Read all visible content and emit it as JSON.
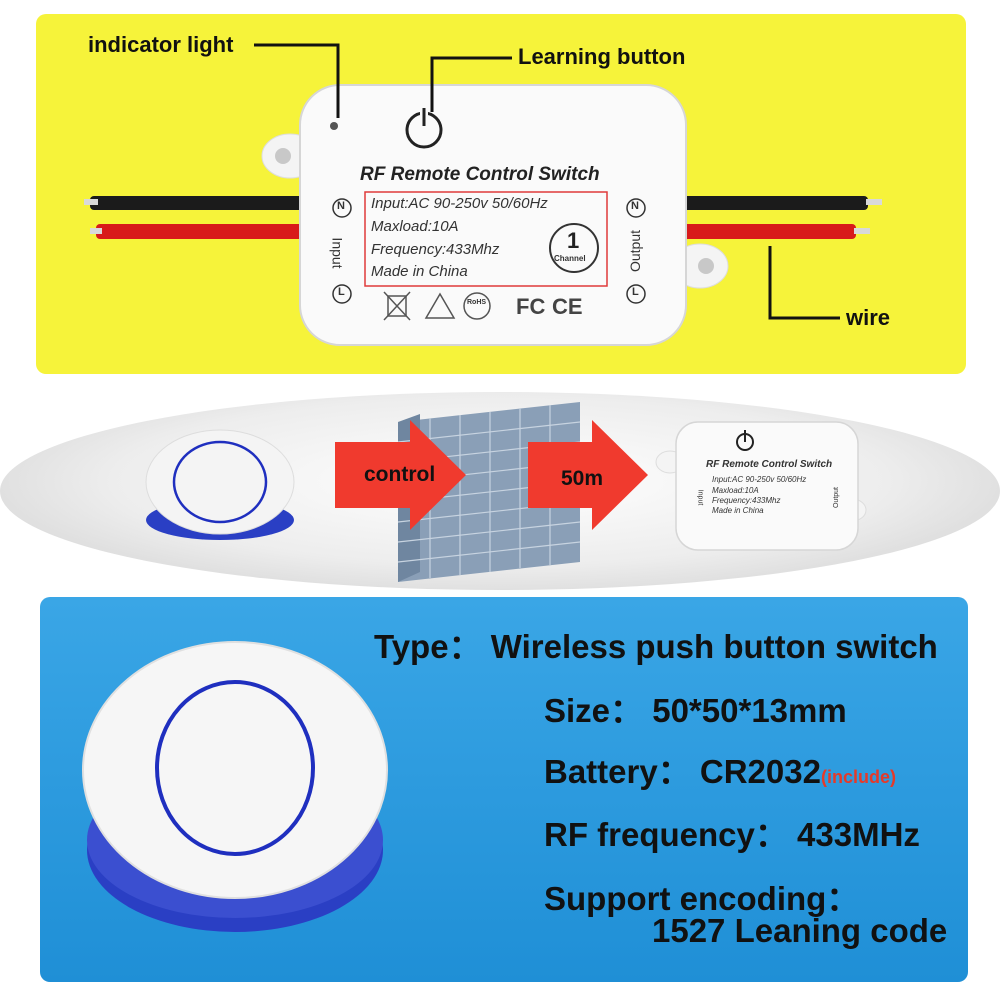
{
  "callouts": {
    "indicator_light": "indicator light",
    "learning_button": "Learning button",
    "wire": "wire"
  },
  "device": {
    "title": "RF Remote Control Switch",
    "input_spec": "Input:AC 90-250v 50/60Hz",
    "maxload": "Maxload:10A",
    "frequency": "Frequency:433Mhz",
    "made_in": "Made in China",
    "input_label": "Input",
    "output_label": "Output",
    "n_symbol": "N",
    "l_symbol": "L",
    "channel_number": "1",
    "channel_word": "Channel",
    "certifications": [
      "FC",
      "CE"
    ],
    "rohs": "RoHS"
  },
  "small_device": {
    "title": "RF Remote Control Switch",
    "input_spec": "Input:AC 90-250v 50/60Hz",
    "maxload": "Maxload:10A",
    "frequency": "Frequency:433Mhz",
    "made_in": "Made in China",
    "input_label": "Input",
    "output_label": "Output"
  },
  "range_demo": {
    "control_label": "control",
    "distance_label": "50m"
  },
  "specs": {
    "type_label": "Type：",
    "type_value": "Wireless push button switch",
    "size_label": "Size：",
    "size_value": "50*50*13mm",
    "battery_label": "Battery：",
    "battery_value": "CR2032",
    "battery_note": "(include)",
    "rf_label": "RF frequency：",
    "rf_value": "433MHz",
    "encoding_label": "Support encoding：",
    "encoding_value": "1527 Leaning code"
  },
  "colors": {
    "yellow_panel": "#f6f33a",
    "blue_panel": "#2a9de0",
    "arrow_red": "#f03a2e",
    "wire_red": "#d81a1a",
    "wire_black": "#1b1b1b",
    "ring_blue": "#1f2fbf"
  }
}
